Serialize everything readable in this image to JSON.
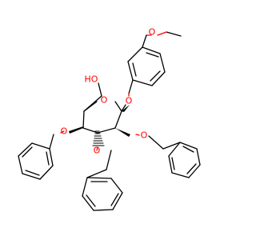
{
  "molecule": {
    "atoms": {
      "o_methoxy": "O",
      "o_anomeric": "O",
      "o_ring": "O",
      "o_hydroxy": "HO",
      "o_bn_c2": "O",
      "o_bn_c3": "O",
      "o_bn_c4": "O"
    },
    "colors": {
      "bond": "#000000",
      "heteroatom": "#ff0000"
    }
  }
}
